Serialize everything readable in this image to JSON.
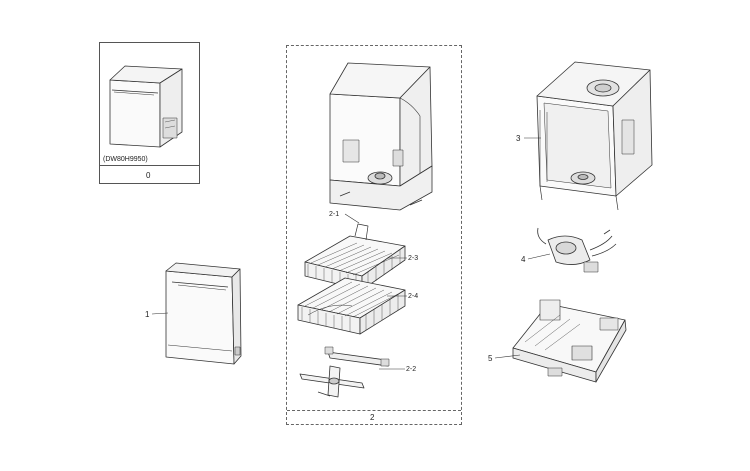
{
  "labels": {
    "model": "(DW80H9950)",
    "assembly_0": "0",
    "door": "1",
    "assembly_2": "2",
    "part_2_1": "2-1",
    "part_2_2": "2-2",
    "part_2_3": "2-3",
    "part_2_4": "2-4",
    "tub": "3",
    "sump": "4",
    "base": "5"
  }
}
